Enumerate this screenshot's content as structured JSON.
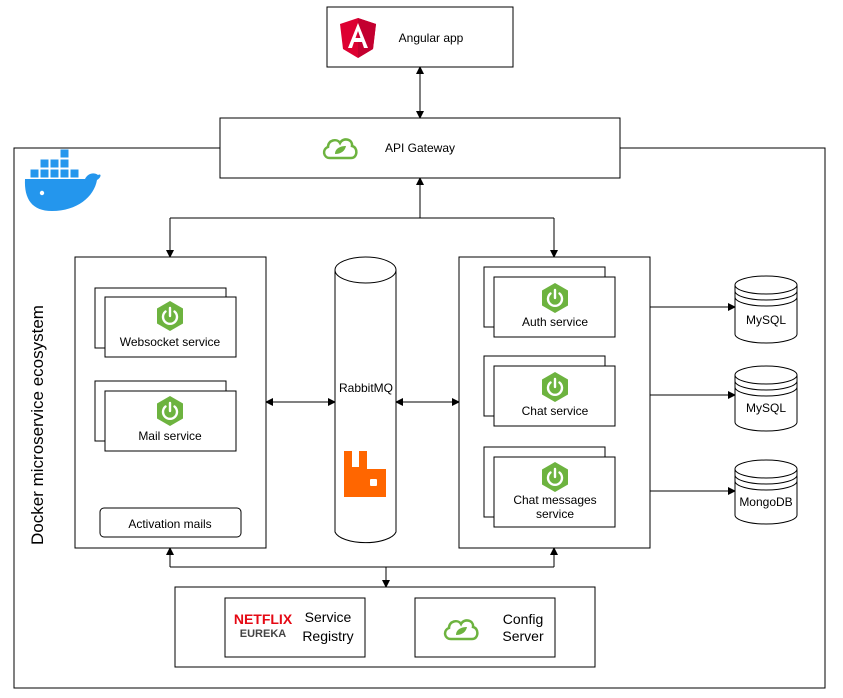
{
  "nodes": {
    "angular_app": "Angular app",
    "api_gateway": "API Gateway",
    "ecosystem": "Docker microservice ecosystem",
    "websocket_service": "Websocket service",
    "mail_service": "Mail service",
    "activation_mails": "Activation mails",
    "rabbitmq": "RabbitMQ",
    "auth_service": "Auth service",
    "chat_service": "Chat service",
    "chat_messages_service_line1": "Chat messages",
    "chat_messages_service_line2": "service",
    "mysql_1": "MySQL",
    "mysql_2": "MySQL",
    "mongodb": "MongoDB",
    "service_registry_line1": "Service",
    "service_registry_line2": "Registry",
    "config_server_line1": "Config",
    "config_server_line2": "Server",
    "netflix_logo_line1": "NETFLIX",
    "netflix_logo_line2": "EUREKA"
  },
  "colors": {
    "spring_green": "#6DB33F",
    "angular_red": "#DD0031",
    "rabbitmq_orange": "#FF6600",
    "docker_blue": "#2496ED",
    "netflix_red": "#E50914"
  },
  "icons": [
    "angular-icon",
    "spring-cloud-icon",
    "docker-whale-icon",
    "spring-boot-icon",
    "rabbitmq-icon",
    "netflix-eureka-logo"
  ]
}
